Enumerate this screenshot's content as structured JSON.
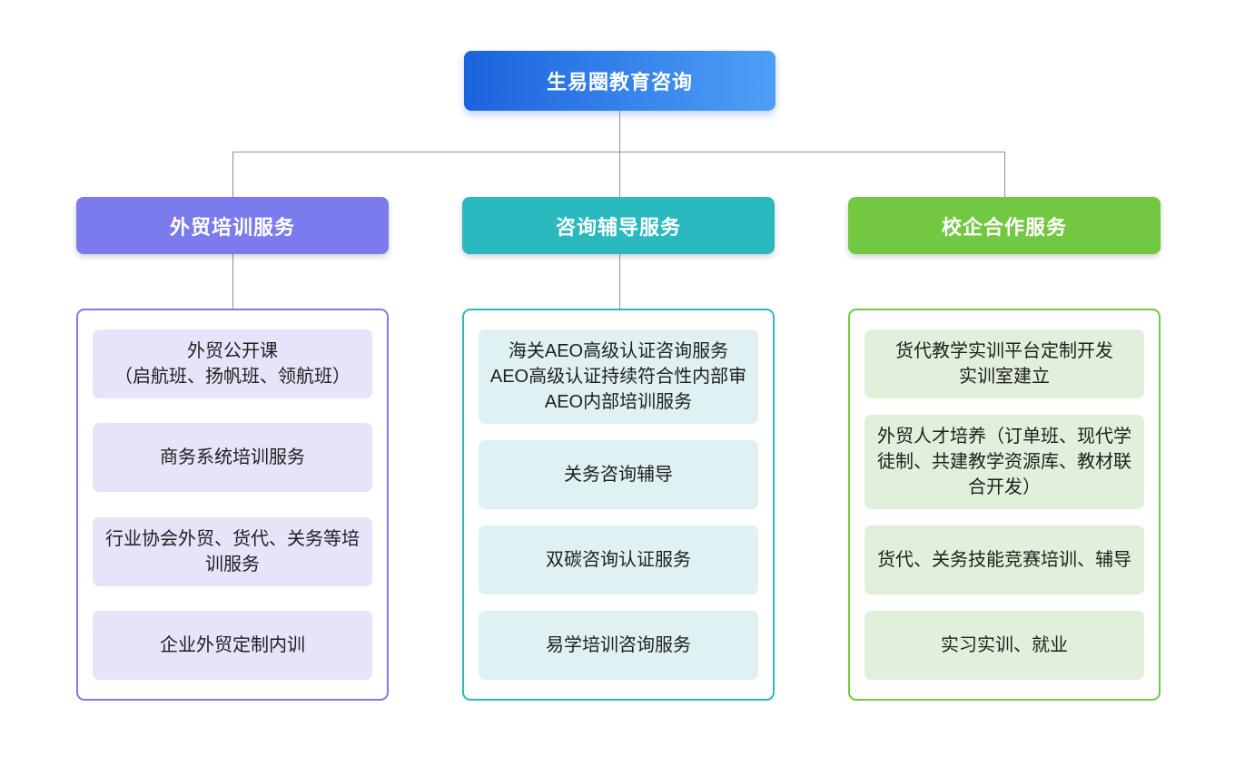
{
  "root": {
    "label": "生易圈教育咨询"
  },
  "branches": [
    {
      "label": "外贸培训服务",
      "color": "#7B7BEE",
      "fill": "#E6E4F8",
      "items": [
        "外贸公开课\n（启航班、扬帆班、领航班）",
        "商务系统培训服务",
        "行业协会外贸、货代、关务等培训服务",
        "企业外贸定制内训"
      ]
    },
    {
      "label": "咨询辅导服务",
      "color": "#2AB9BE",
      "fill": "#DFF1F3",
      "items": [
        "海关AEO高级认证咨询服务\nAEO高级认证持续符合性内部审\nAEO内部培训服务",
        "关务咨询辅导",
        "双碳咨询认证服务",
        "易学培训咨询服务"
      ]
    },
    {
      "label": "校企合作服务",
      "color": "#72C840",
      "fill": "#E1F0DB",
      "items": [
        "货代教学实训平台定制开发\n实训室建立",
        "外贸人才培养（订单班、现代学徒制、共建教学资源库、教材联合开发）",
        "货代、关务技能竞赛培训、辅导",
        "实习实训、就业"
      ]
    }
  ],
  "colors": {
    "top-grad-start": "#1B63DD",
    "top-grad-end": "#4F9FF7",
    "branch1": "#7B7BEE",
    "branch1-fill": "#E6E4F8",
    "branch2": "#2AB9BE",
    "branch2-fill": "#DFF1F3",
    "branch3": "#72C840",
    "branch3-fill": "#E1F0DB",
    "connector": "#8A9199"
  }
}
